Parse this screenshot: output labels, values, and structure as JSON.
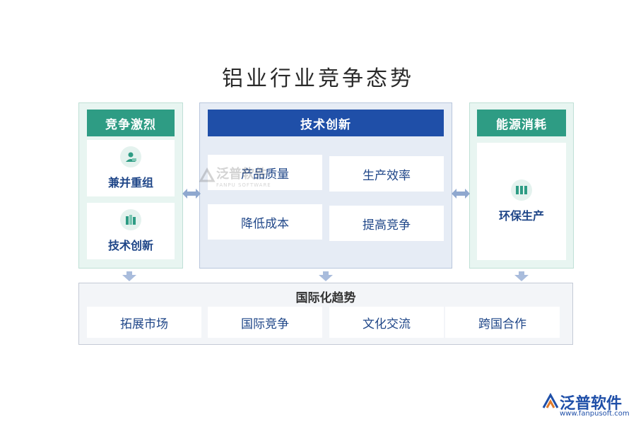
{
  "title": "铝业行业竞争态势",
  "left_panel": {
    "header": "竞争激烈",
    "items": [
      {
        "label": "兼并重组",
        "icon": "people-icon"
      },
      {
        "label": "技术创新",
        "icon": "books-icon"
      }
    ]
  },
  "center_panel": {
    "header": "技术创新",
    "items": [
      "产品质量",
      "生产效率",
      "降低成本",
      "提高竞争"
    ]
  },
  "right_panel": {
    "header": "能源消耗",
    "item": {
      "label": "环保生产",
      "icon": "columns-icon"
    }
  },
  "bottom_panel": {
    "header": "国际化趋势",
    "items": [
      "拓展市场",
      "国际竞争",
      "文化交流",
      "跨国合作"
    ]
  },
  "watermark": {
    "text": "泛普软件",
    "sub": "FANPU SOFTWARE"
  },
  "logo": {
    "text": "泛普软件",
    "url": "www.fanpusoft.com"
  },
  "colors": {
    "green": "#2e9c84",
    "blue": "#1f4fa8",
    "arrow": "#8fa8cf"
  }
}
